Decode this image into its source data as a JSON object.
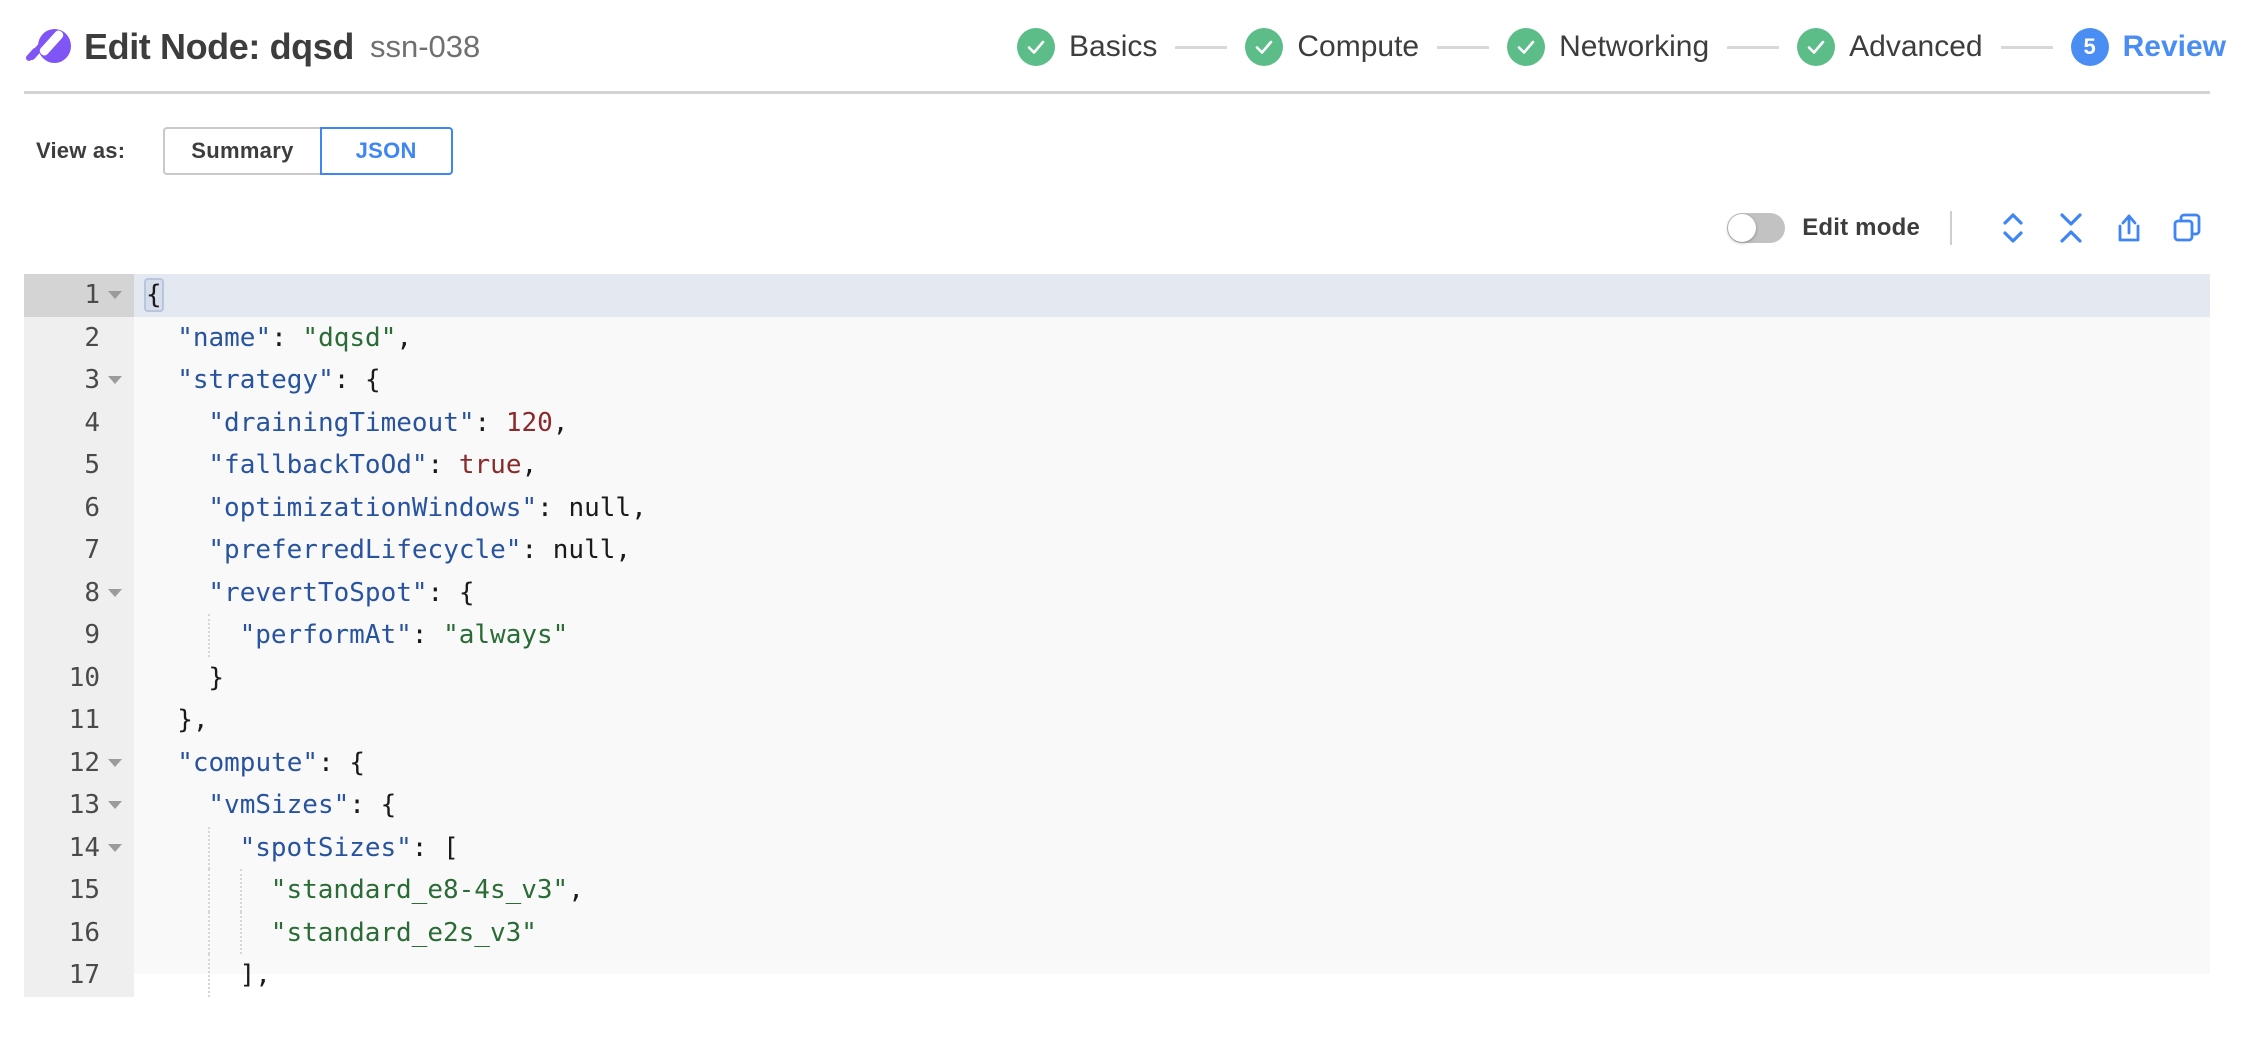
{
  "header": {
    "logo_icon": "spot-ocean-logo",
    "title": "Edit Node: dqsd",
    "subtitle": "ssn-038",
    "wizard": {
      "steps": [
        {
          "label": "Basics",
          "state": "done",
          "badge": "check"
        },
        {
          "label": "Compute",
          "state": "done",
          "badge": "check"
        },
        {
          "label": "Networking",
          "state": "done",
          "badge": "check"
        },
        {
          "label": "Advanced",
          "state": "done",
          "badge": "check"
        },
        {
          "label": "Review",
          "state": "current",
          "badge": "5"
        }
      ],
      "done_color": "#5cbd89",
      "current_color": "#4a8ef3"
    }
  },
  "view_as": {
    "label": "View as:",
    "options": [
      {
        "label": "Summary",
        "selected": false
      },
      {
        "label": "JSON",
        "selected": true
      }
    ],
    "accent_color": "#3f86f4"
  },
  "editor_toolbar": {
    "edit_mode": {
      "label": "Edit mode",
      "enabled": false
    },
    "icons": [
      {
        "name": "expand-all-icon",
        "title": "Expand all"
      },
      {
        "name": "collapse-all-icon",
        "title": "Collapse all"
      },
      {
        "name": "export-icon",
        "title": "Export"
      },
      {
        "name": "copy-icon",
        "title": "Copy"
      }
    ],
    "icon_color": "#3f86f4"
  },
  "editor": {
    "active_line": 1,
    "background": "#f9f9f9",
    "active_line_background": "#e3e8f1",
    "gutter_background": "#efefef",
    "lines": [
      {
        "n": 1,
        "fold": true,
        "indent": 0,
        "tokens": [
          {
            "t": "punct",
            "v": "{",
            "hl": true
          }
        ]
      },
      {
        "n": 2,
        "fold": false,
        "indent": 1,
        "tokens": [
          {
            "t": "key",
            "v": "\"name\""
          },
          {
            "t": "punct",
            "v": ": "
          },
          {
            "t": "str",
            "v": "\"dqsd\""
          },
          {
            "t": "punct",
            "v": ","
          }
        ]
      },
      {
        "n": 3,
        "fold": true,
        "indent": 1,
        "tokens": [
          {
            "t": "key",
            "v": "\"strategy\""
          },
          {
            "t": "punct",
            "v": ": {"
          }
        ]
      },
      {
        "n": 4,
        "fold": false,
        "indent": 2,
        "tokens": [
          {
            "t": "key",
            "v": "\"drainingTimeout\""
          },
          {
            "t": "punct",
            "v": ": "
          },
          {
            "t": "num",
            "v": "120"
          },
          {
            "t": "punct",
            "v": ","
          }
        ]
      },
      {
        "n": 5,
        "fold": false,
        "indent": 2,
        "tokens": [
          {
            "t": "key",
            "v": "\"fallbackToOd\""
          },
          {
            "t": "punct",
            "v": ": "
          },
          {
            "t": "bool",
            "v": "true"
          },
          {
            "t": "punct",
            "v": ","
          }
        ]
      },
      {
        "n": 6,
        "fold": false,
        "indent": 2,
        "tokens": [
          {
            "t": "key",
            "v": "\"optimizationWindows\""
          },
          {
            "t": "punct",
            "v": ": "
          },
          {
            "t": "null",
            "v": "null"
          },
          {
            "t": "punct",
            "v": ","
          }
        ]
      },
      {
        "n": 7,
        "fold": false,
        "indent": 2,
        "tokens": [
          {
            "t": "key",
            "v": "\"preferredLifecycle\""
          },
          {
            "t": "punct",
            "v": ": "
          },
          {
            "t": "null",
            "v": "null"
          },
          {
            "t": "punct",
            "v": ","
          }
        ]
      },
      {
        "n": 8,
        "fold": true,
        "indent": 2,
        "tokens": [
          {
            "t": "key",
            "v": "\"revertToSpot\""
          },
          {
            "t": "punct",
            "v": ": {"
          }
        ]
      },
      {
        "n": 9,
        "fold": false,
        "indent": 3,
        "tokens": [
          {
            "t": "key",
            "v": "\"performAt\""
          },
          {
            "t": "punct",
            "v": ": "
          },
          {
            "t": "str",
            "v": "\"always\""
          }
        ]
      },
      {
        "n": 10,
        "fold": false,
        "indent": 2,
        "tokens": [
          {
            "t": "punct",
            "v": "}"
          }
        ]
      },
      {
        "n": 11,
        "fold": false,
        "indent": 1,
        "tokens": [
          {
            "t": "punct",
            "v": "},"
          }
        ]
      },
      {
        "n": 12,
        "fold": true,
        "indent": 1,
        "tokens": [
          {
            "t": "key",
            "v": "\"compute\""
          },
          {
            "t": "punct",
            "v": ": {"
          }
        ]
      },
      {
        "n": 13,
        "fold": true,
        "indent": 2,
        "tokens": [
          {
            "t": "key",
            "v": "\"vmSizes\""
          },
          {
            "t": "punct",
            "v": ": {"
          }
        ]
      },
      {
        "n": 14,
        "fold": true,
        "indent": 3,
        "tokens": [
          {
            "t": "key",
            "v": "\"spotSizes\""
          },
          {
            "t": "punct",
            "v": ": ["
          }
        ]
      },
      {
        "n": 15,
        "fold": false,
        "indent": 4,
        "tokens": [
          {
            "t": "str",
            "v": "\"standard_e8-4s_v3\""
          },
          {
            "t": "punct",
            "v": ","
          }
        ]
      },
      {
        "n": 16,
        "fold": false,
        "indent": 4,
        "tokens": [
          {
            "t": "str",
            "v": "\"standard_e2s_v3\""
          }
        ]
      },
      {
        "n": 17,
        "fold": false,
        "indent": 3,
        "tokens": [
          {
            "t": "punct",
            "v": "],"
          }
        ]
      }
    ]
  }
}
